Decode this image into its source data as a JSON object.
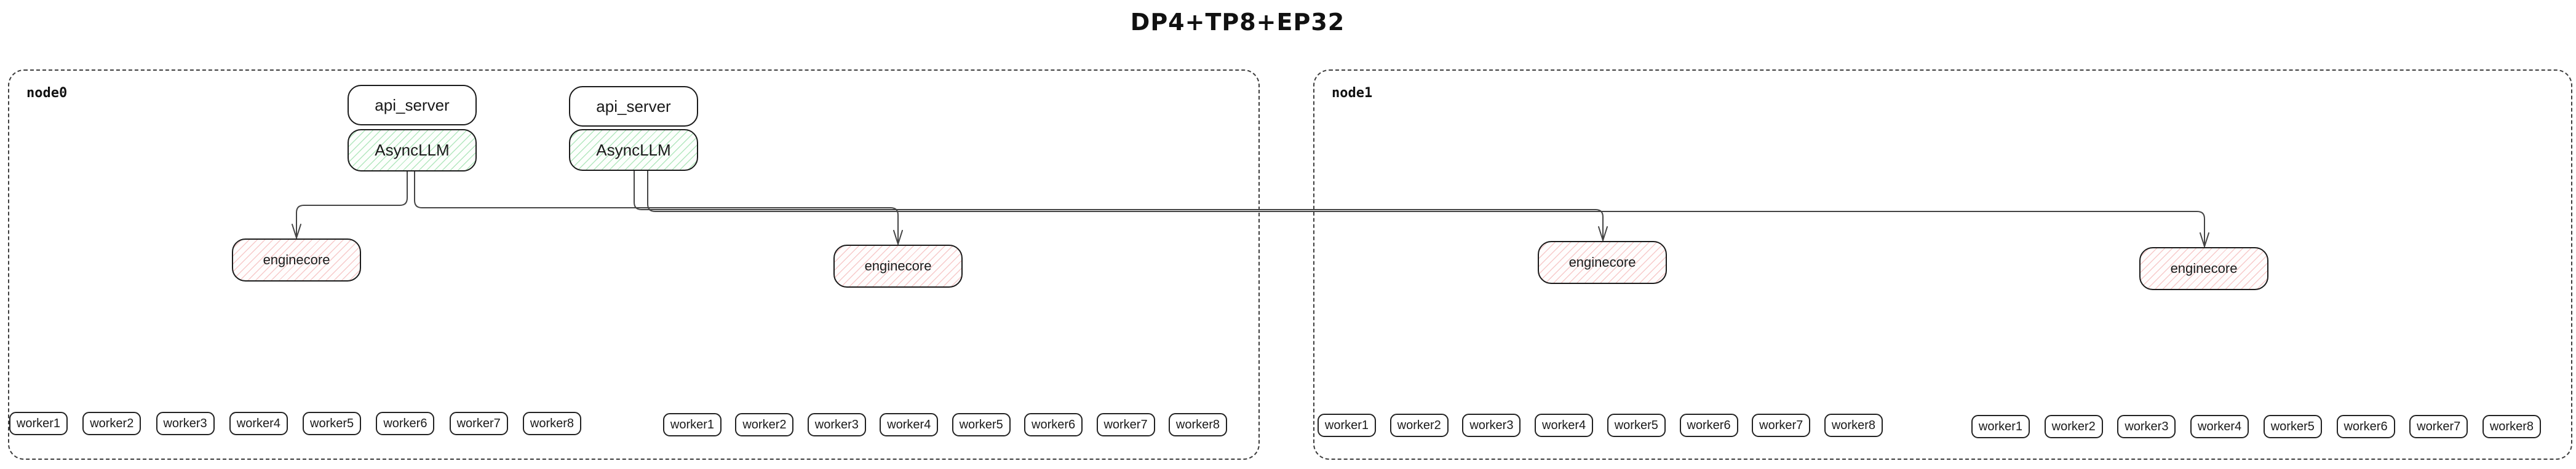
{
  "title": "DP4+TP8+EP32",
  "colors": {
    "async_llm_hatch": "#82d796",
    "enginecore_hatch": "#f0a0a0",
    "edge": "#444444",
    "box_border": "#1a1a1a",
    "cluster_border": "#3d3d3d"
  },
  "node0": {
    "label": "node0",
    "api_servers": [
      {
        "api_server": "api_server",
        "async_llm": "AsyncLLM"
      },
      {
        "api_server": "api_server",
        "async_llm": "AsyncLLM"
      }
    ],
    "enginecores": [
      "enginecore",
      "enginecore"
    ],
    "worker_groups": [
      [
        "worker1",
        "worker2",
        "worker3",
        "worker4",
        "worker5",
        "worker6",
        "worker7",
        "worker8"
      ],
      [
        "worker1",
        "worker2",
        "worker3",
        "worker4",
        "worker5",
        "worker6",
        "worker7",
        "worker8"
      ]
    ]
  },
  "node1": {
    "label": "node1",
    "enginecores": [
      "enginecore",
      "enginecore"
    ],
    "worker_groups": [
      [
        "worker1",
        "worker2",
        "worker3",
        "worker4",
        "worker5",
        "worker6",
        "worker7",
        "worker8"
      ],
      [
        "worker1",
        "worker2",
        "worker3",
        "worker4",
        "worker5",
        "worker6",
        "worker7",
        "worker8"
      ]
    ]
  }
}
